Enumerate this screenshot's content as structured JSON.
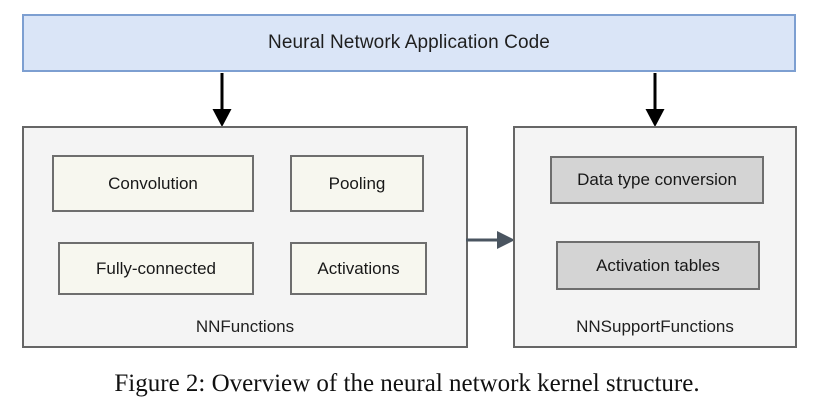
{
  "figure": {
    "caption": "Figure 2: Overview of the neural network kernel structure.",
    "colors": {
      "banner_fill": "#dae5f7",
      "banner_border": "#7d9fd1",
      "panel_fill": "#f4f4f4",
      "panel_border": "#666666",
      "node_cream_fill": "#f7f7ef",
      "node_gray_fill": "#d4d4d4",
      "node_border": "#6e6e6e",
      "arrow_black": "#000000",
      "connector_slate": "#4a5560",
      "page_background": "#ffffff"
    }
  },
  "banner": {
    "label": "Neural Network Application Code"
  },
  "arrows": {
    "left_arrow_icon": "arrow-down-icon",
    "right_arrow_icon": "arrow-down-icon",
    "connector_icon": "arrow-right-icon"
  },
  "panels": [
    {
      "id": "nnfunctions",
      "caption": "NNFunctions",
      "nodes": [
        {
          "id": "convolution",
          "label": "Convolution"
        },
        {
          "id": "pooling",
          "label": "Pooling"
        },
        {
          "id": "fully-connected",
          "label": "Fully-connected"
        },
        {
          "id": "activations",
          "label": "Activations"
        }
      ]
    },
    {
      "id": "nnsupportfunctions",
      "caption": "NNSupportFunctions",
      "nodes": [
        {
          "id": "data-type-conversion",
          "label": "Data type conversion"
        },
        {
          "id": "activation-tables",
          "label": "Activation tables"
        }
      ]
    }
  ]
}
